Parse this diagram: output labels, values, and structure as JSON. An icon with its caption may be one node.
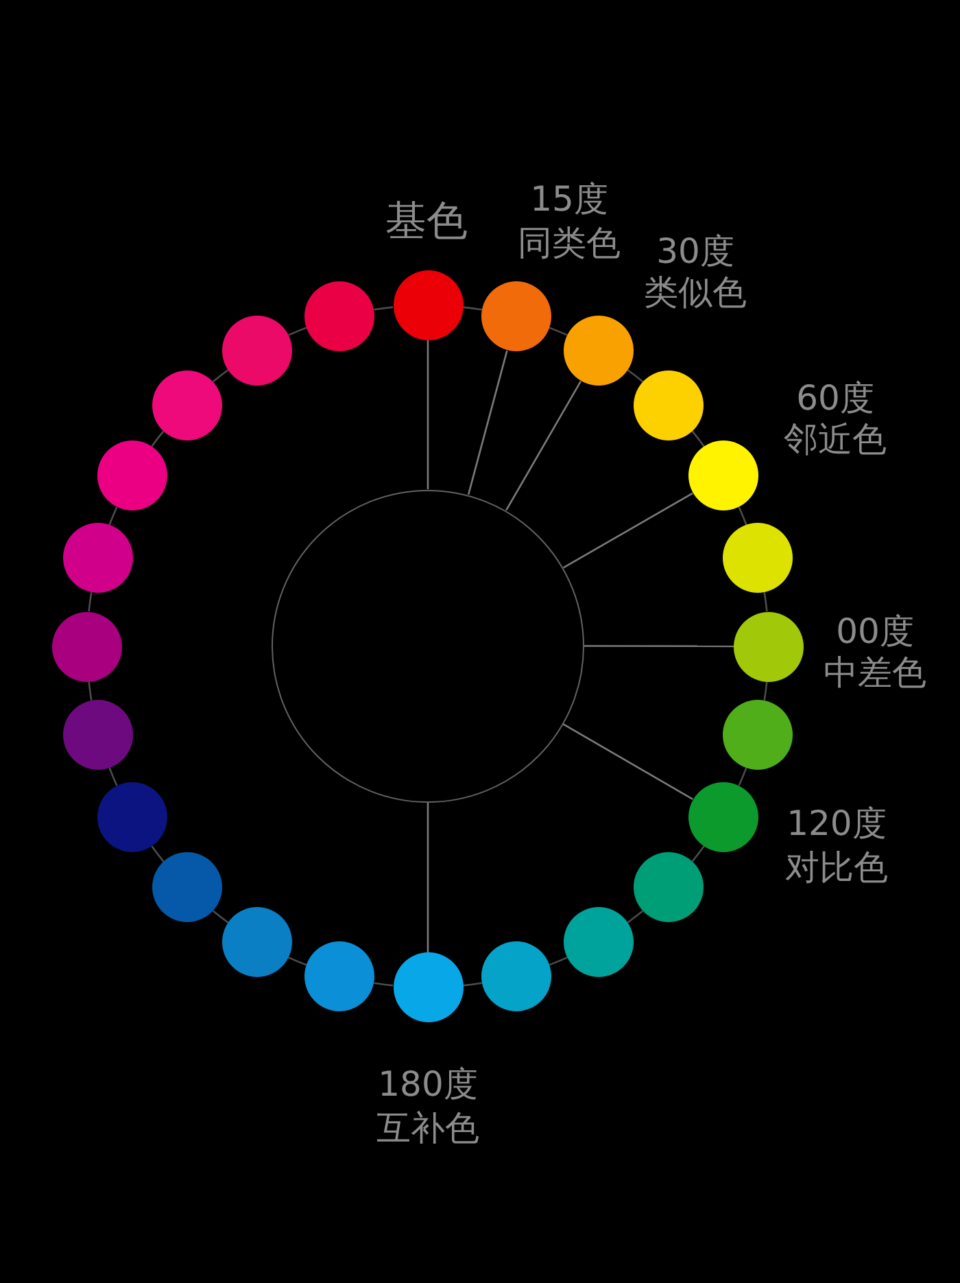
{
  "diagram": {
    "nodes": [
      {
        "text": [],
        "shape": "circle",
        "beside": [
          "基色"
        ]
      },
      {
        "text": [],
        "shape": "circle",
        "beside": [
          "15度",
          "同类色"
        ]
      },
      {
        "text": [],
        "shape": "circle",
        "beside": [
          "30度",
          "类似色"
        ]
      },
      {
        "text": [],
        "shape": "circle"
      },
      {
        "text": [],
        "shape": "circle",
        "beside": [
          "60度",
          "邻近色"
        ]
      },
      {
        "text": [],
        "shape": "circle"
      },
      {
        "text": [],
        "shape": "circle",
        "beside": [
          "00度",
          "中差色"
        ]
      },
      {
        "text": [],
        "shape": "circle"
      },
      {
        "text": [],
        "shape": "circle",
        "beside": [
          "120度",
          "对比色"
        ]
      },
      {
        "text": [],
        "shape": "circle"
      },
      {
        "text": [],
        "shape": "circle"
      },
      {
        "text": [],
        "shape": "circle"
      },
      {
        "text": [],
        "shape": "circle",
        "beside": [
          "180度",
          "互补色"
        ]
      },
      {
        "text": [],
        "shape": "circle"
      },
      {
        "text": [],
        "shape": "circle"
      },
      {
        "text": [],
        "shape": "circle"
      },
      {
        "text": [],
        "shape": "circle"
      },
      {
        "text": [],
        "shape": "circle"
      },
      {
        "text": [],
        "shape": "circle"
      },
      {
        "text": [],
        "shape": "circle"
      },
      {
        "text": [],
        "shape": "circle"
      },
      {
        "text": [],
        "shape": "circle"
      },
      {
        "text": [],
        "shape": "circle"
      },
      {
        "text": [],
        "shape": "circle"
      },
      {
        "text": [],
        "shape": "circle"
      }
    ],
    "edges": [
      {
        "from": 0,
        "to": 1,
        "arrow": "none"
      },
      {
        "from": 1,
        "to": 2,
        "arrow": "none"
      },
      {
        "from": 2,
        "to": 3,
        "arrow": "none"
      },
      {
        "from": 3,
        "to": 4,
        "arrow": "none"
      },
      {
        "from": 4,
        "to": 5,
        "arrow": "none"
      },
      {
        "from": 5,
        "to": 6,
        "arrow": "none"
      },
      {
        "from": 6,
        "to": 7,
        "arrow": "none"
      },
      {
        "from": 7,
        "to": 8,
        "arrow": "none"
      },
      {
        "from": 8,
        "to": 9,
        "arrow": "none"
      },
      {
        "from": 9,
        "to": 10,
        "arrow": "none"
      },
      {
        "from": 10,
        "to": 11,
        "arrow": "none"
      },
      {
        "from": 11,
        "to": 12,
        "arrow": "none"
      },
      {
        "from": 12,
        "to": 13,
        "arrow": "none"
      },
      {
        "from": 13,
        "to": 14,
        "arrow": "none"
      },
      {
        "from": 14,
        "to": 15,
        "arrow": "none"
      },
      {
        "from": 15,
        "to": 16,
        "arrow": "none"
      },
      {
        "from": 16,
        "to": 17,
        "arrow": "none"
      },
      {
        "from": 17,
        "to": 18,
        "arrow": "none"
      },
      {
        "from": 18,
        "to": 19,
        "arrow": "none"
      },
      {
        "from": 19,
        "to": 20,
        "arrow": "none"
      },
      {
        "from": 20,
        "to": 21,
        "arrow": "none"
      },
      {
        "from": 21,
        "to": 22,
        "arrow": "none"
      },
      {
        "from": 22,
        "to": 23,
        "arrow": "none"
      },
      {
        "from": 23,
        "to": 0,
        "arrow": "none"
      },
      {
        "from": 24,
        "to": 0,
        "arrow": "none",
        "color": "#7a7a7a"
      },
      {
        "from": 24,
        "to": 1,
        "arrow": "none",
        "color": "#7a7a7a"
      },
      {
        "from": 24,
        "to": 2,
        "arrow": "none",
        "color": "#7a7a7a"
      },
      {
        "from": 24,
        "to": 4,
        "arrow": "none",
        "color": "#7a7a7a"
      },
      {
        "from": 24,
        "to": 6,
        "arrow": "none",
        "color": "#7a7a7a"
      },
      {
        "from": 24,
        "to": 8,
        "arrow": "none",
        "color": "#7a7a7a"
      },
      {
        "from": 24,
        "to": 12,
        "arrow": "none",
        "color": "#7a7a7a"
      }
    ]
  }
}
